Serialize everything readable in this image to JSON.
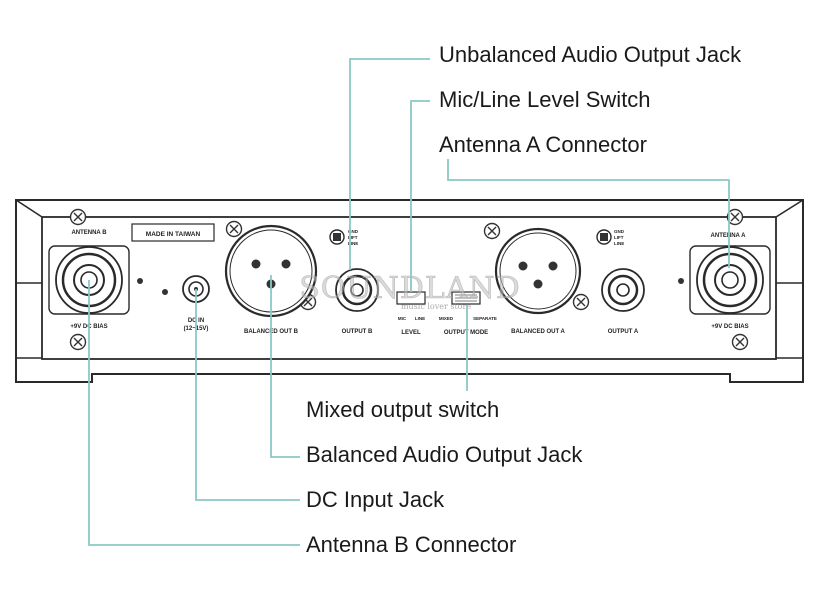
{
  "callouts": {
    "unbalanced_output": "Unbalanced Audio Output Jack",
    "mic_line_switch": "Mic/Line Level Switch",
    "antenna_a": "Antenna A Connector",
    "mixed_output_switch": "Mixed output switch",
    "balanced_output": "Balanced Audio Output Jack",
    "dc_input": "DC Input Jack",
    "antenna_b": "Antenna B Connector"
  },
  "panel": {
    "antenna_b": "ANTENNA B",
    "antenna_a": "ANTENNA A",
    "bias_left": "+9V DC BIAS",
    "bias_right": "+9V DC BIAS",
    "made_in": "MADE IN TAIWAN",
    "dc_in": "DC IN",
    "dc_in_voltage": "(12~15V)",
    "balanced_out_b": "BALANCED OUT B",
    "output_b": "OUTPUT B",
    "level": "LEVEL",
    "output_mode": "OUTPUT MODE",
    "balanced_out_a": "BALANCED OUT A",
    "output_a": "OUTPUT A",
    "mic": "MIC",
    "line": "LINE",
    "mixed": "MIXED",
    "separate": "SEPARATE",
    "switch_labels": [
      "GND",
      "LIFT",
      "LINE"
    ]
  },
  "watermark": {
    "brand": "SOUNDLAND",
    "tagline": "music lover store"
  },
  "colors": {
    "leader": "#8cc8c4",
    "panel_stroke": "#2a2a2a",
    "text": "#1a1a1a"
  }
}
